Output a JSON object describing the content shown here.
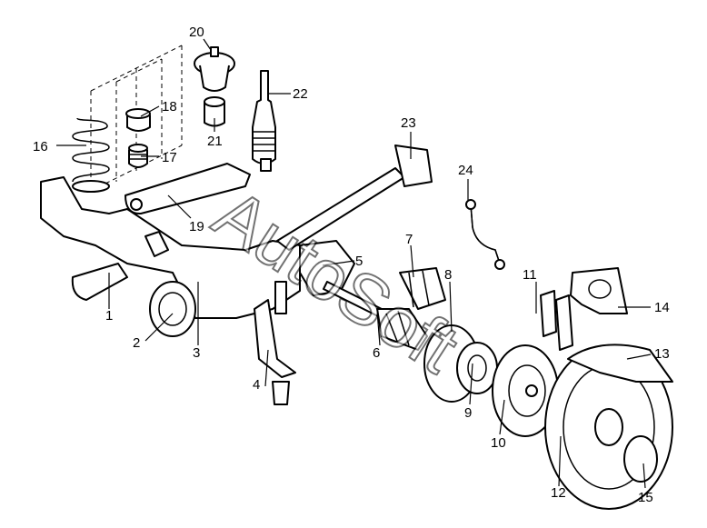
{
  "diagram": {
    "watermark": "AutoSoft",
    "callouts": [
      "1",
      "2",
      "3",
      "4",
      "5",
      "6",
      "7",
      "8",
      "9",
      "10",
      "11",
      "12",
      "13",
      "14",
      "15",
      "16",
      "17",
      "18",
      "19",
      "20",
      "21",
      "22",
      "23",
      "24"
    ]
  }
}
